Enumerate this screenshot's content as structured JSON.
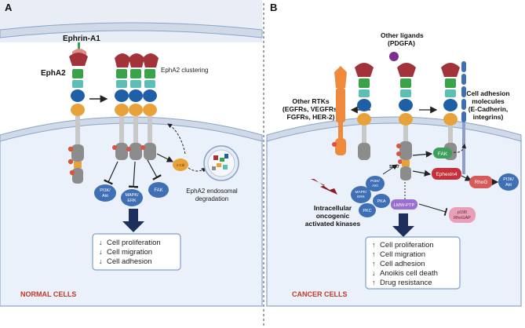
{
  "colors": {
    "membrane": "#cfd9e8",
    "membrane_line": "#8aa4c8",
    "cytoplasm": "#eef3fa",
    "red_domain": "#a3333b",
    "green_domain": "#3aa34a",
    "teal_domain": "#5dbfb3",
    "blue_domain": "#1f5fa8",
    "orange_domain": "#e8a23a",
    "grey_domain": "#8c8c8c",
    "pink_ligand": "#e08a8a",
    "orange_rtk": "#ef8a3c",
    "purple_ligand": "#7a2f8f",
    "kinase_blue": "#3f6fb5",
    "fak_green": "#3f9f5a",
    "ephexin_red": "#c6303a",
    "rhog_red": "#d65a5a",
    "lmw_purple": "#9b6fd1",
    "p190_pink": "#e8a0b8",
    "label_red": "#c0392b",
    "arrow_navy": "#1f2f5c"
  },
  "panel_a": {
    "letter": "A",
    "ephrin_label": "Ephrin-A1",
    "epha2_label": "EphA2",
    "clustering_label": "EphA2 clustering",
    "kinases": [
      "PI3K/\nAkt",
      "MAPK/\nERK",
      "FAK"
    ],
    "kinase_pi3k": "PI3K/",
    "kinase_pi3k_2": "Akt",
    "kinase_mapk": "MAPK/",
    "kinase_mapk_2": "ERK",
    "kinase_fak": "FAK",
    "cbl_label": "c-Cbl",
    "degradation_line1": "EphA2 endosomal",
    "degradation_line2": "degradation",
    "outcomes": [
      "Cell proliferation",
      "Cell migration",
      "Cell adhesion"
    ],
    "outcome_arrow": "↓",
    "footer": "NORMAL CELLS"
  },
  "panel_b": {
    "letter": "B",
    "other_ligands_1": "Other ligands",
    "other_ligands_2": "(PDGFA)",
    "other_rtks_1": "Other RTKs",
    "other_rtks_2": "(EGFRs, VEGFRs,",
    "other_rtks_3": "FGFRs, HER-2)",
    "adhesion_1": "Cell adhesion",
    "adhesion_2": "molecules",
    "adhesion_3": "(E-Cadherin,",
    "adhesion_4": "integrins)",
    "s897": "S897",
    "kinase_pi3k_1": "PI3K/",
    "kinase_pi3k_2": "AKt",
    "kinase_mapk_1": "MAPK/",
    "kinase_mapk_2": "ERK",
    "kinase_pka": "PKA",
    "kinase_pkc": "PKC",
    "fak": "FAK",
    "ephexin": "Ephexin4",
    "rhog": "RhoG",
    "pi3k_akt_1": "PI3K/",
    "pi3k_akt_2": "Akt",
    "lmw_ptp": "LMW-PTP",
    "p190_1": "p190",
    "p190_2": "RhoGAP",
    "intracellular_1": "Intracellular",
    "intracellular_2": "oncogenic",
    "intracellular_3": "activated kinases",
    "outcomes": [
      "Cell proliferation",
      "Cell migration",
      "Cell adhesion",
      "Anoikis cell death",
      "Drug resistance"
    ],
    "outcome_arrows": [
      "↑",
      "↑",
      "↑",
      "↓",
      "↑"
    ],
    "footer": "CANCER CELLS"
  }
}
